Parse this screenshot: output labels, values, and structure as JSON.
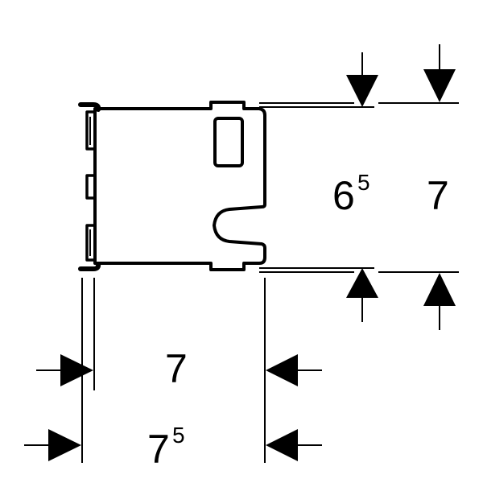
{
  "dimensions": {
    "height_inner": {
      "main": "6",
      "sup": "5"
    },
    "height_outer": {
      "main": "7"
    },
    "width_inner": {
      "main": "7"
    },
    "width_outer": {
      "main": "7",
      "sup": "5"
    }
  },
  "colors": {
    "line": "#000000",
    "background": "#ffffff"
  }
}
